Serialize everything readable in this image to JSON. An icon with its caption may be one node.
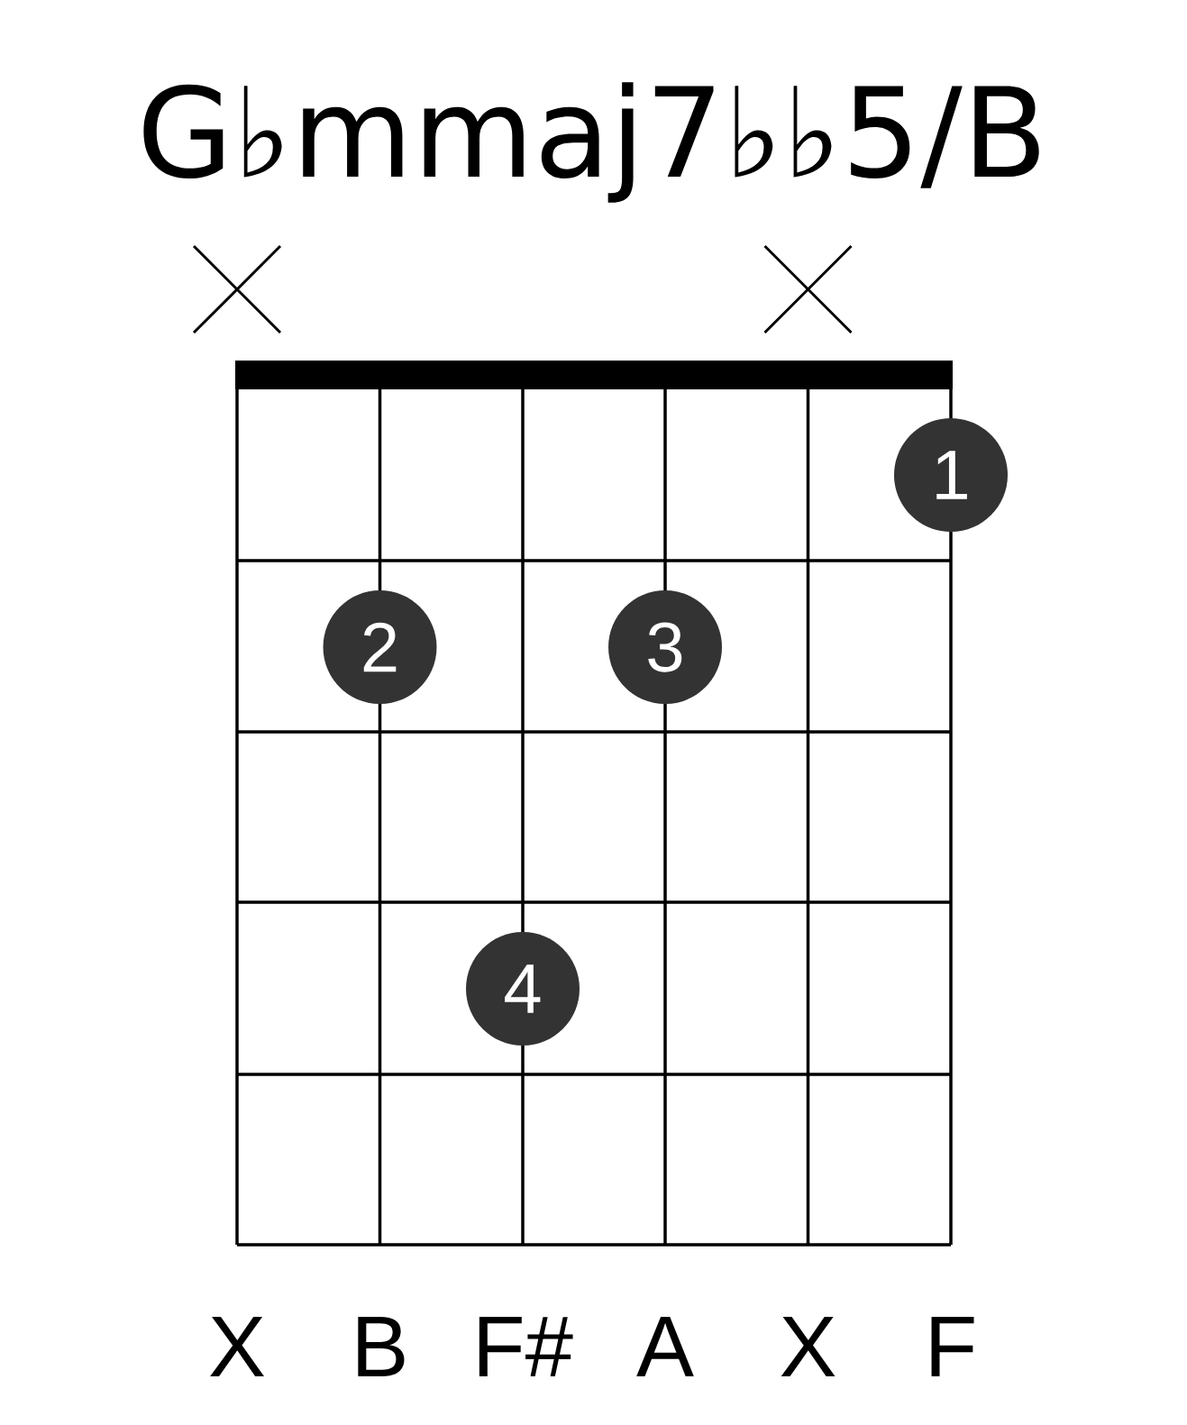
{
  "diagram": {
    "title": "G♭mmaj7♭♭5/B",
    "nodes": [
      {
        "text": [
          "1"
        ]
      },
      {
        "text": [
          "2"
        ]
      },
      {
        "text": [
          "3"
        ]
      },
      {
        "text": [
          "4"
        ]
      }
    ],
    "labels": [
      "X",
      "B",
      "F#",
      "A",
      "X",
      "F"
    ]
  }
}
